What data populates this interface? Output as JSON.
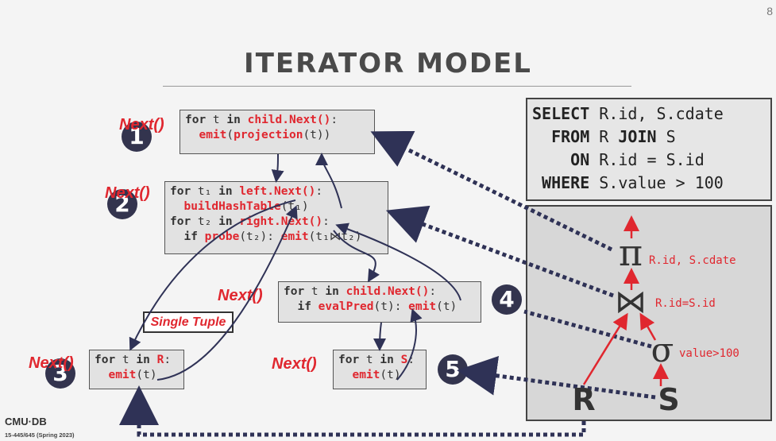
{
  "page_number": "8",
  "title": "ITERATOR MODEL",
  "footer": {
    "logo_text": "CMU·DB",
    "course_text": "15-445/645 (Spring 2023)"
  },
  "callout": "Single Tuple",
  "next_label": "Next()",
  "operators": [
    {
      "id": 1,
      "number": "1"
    },
    {
      "id": 2,
      "number": "2"
    },
    {
      "id": 3,
      "number": "3"
    },
    {
      "id": 4,
      "number": "4"
    },
    {
      "id": 5,
      "number": "5"
    }
  ],
  "sql": {
    "line1_kw": "SELECT",
    "line1_rest": " R.id, S.cdate",
    "line2_kw": "FROM",
    "line2_rest": " R ",
    "line2_kw2": "JOIN",
    "line2_rest2": " S",
    "line3_kw": "ON",
    "line3_rest": " R.id = S.id",
    "line4_kw": "WHERE",
    "line4_rest": " S.value > 100"
  },
  "plan": {
    "projection_symbol": "π",
    "projection_label": "R.id, S.cdate",
    "join_symbol": "⋈",
    "join_label": "R.id=S.id",
    "selection_symbol": "σ",
    "selection_label": "value>100",
    "left_table": "R",
    "right_table": "S"
  },
  "colors": {
    "accent_red": "#e0272f",
    "circle_navy": "#33344e",
    "arrow_navy": "#2f3256"
  }
}
